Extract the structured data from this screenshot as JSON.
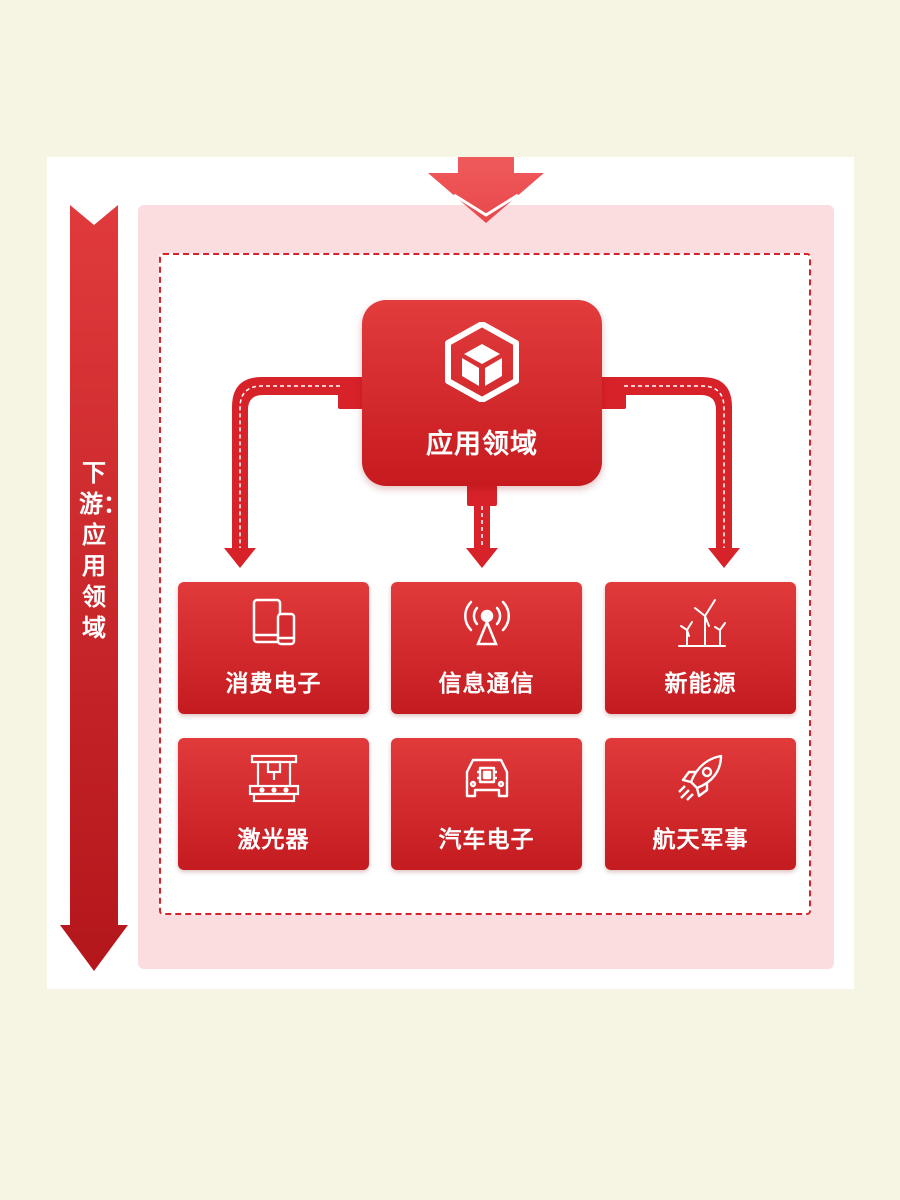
{
  "side_label": "下游：应用领域",
  "center": {
    "label": "应用领域",
    "icon": "cube-icon"
  },
  "tiles": [
    {
      "label": "消费电子",
      "icon": "phone-tablet-icon"
    },
    {
      "label": "信息通信",
      "icon": "signal-tower-icon"
    },
    {
      "label": "新能源",
      "icon": "wind-turbine-icon"
    },
    {
      "label": "激光器",
      "icon": "laser-machine-icon"
    },
    {
      "label": "汽车电子",
      "icon": "car-chip-icon"
    },
    {
      "label": "航天军事",
      "icon": "rocket-icon"
    }
  ],
  "colors": {
    "primary": "#d8222a",
    "dark": "#b3161b",
    "panel": "#fbdde0",
    "background": "#f6f4e3"
  }
}
